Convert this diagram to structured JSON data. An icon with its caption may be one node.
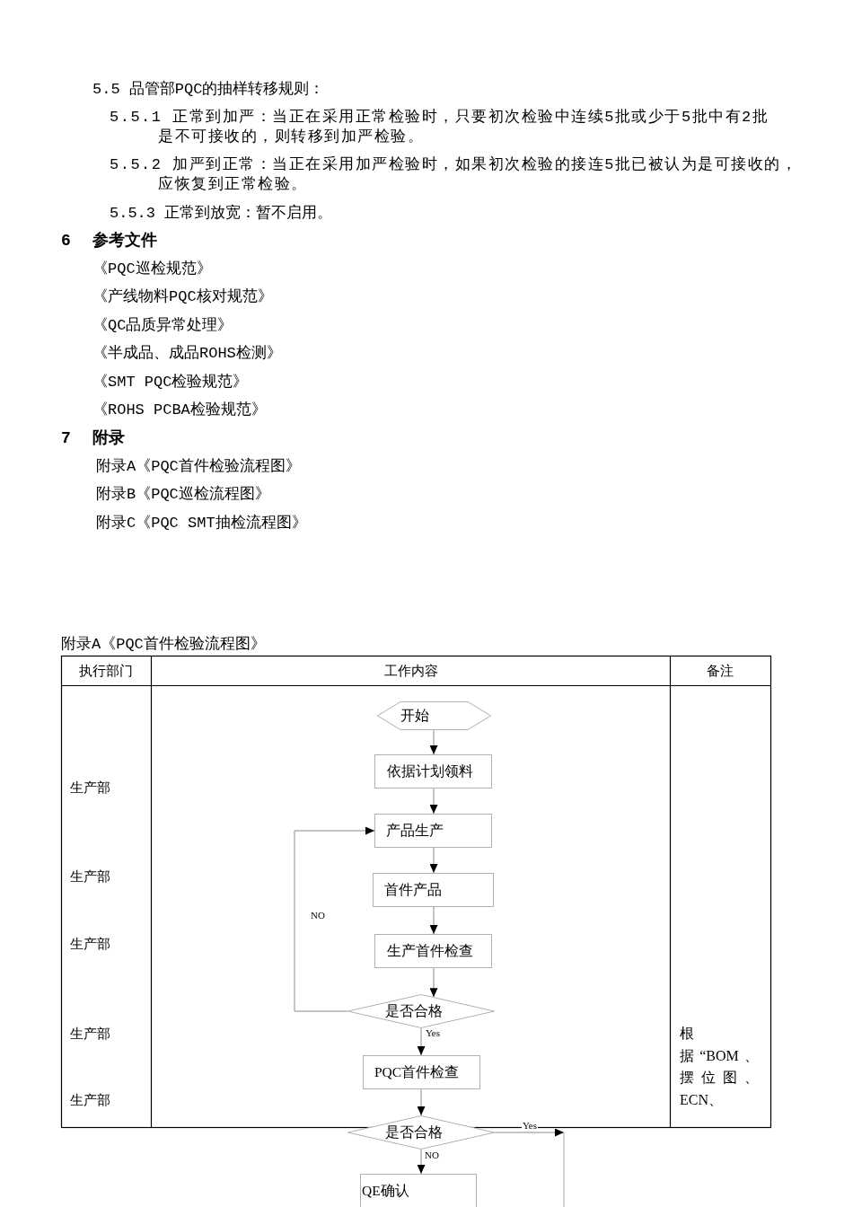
{
  "diagram": {
    "nodes": [
      {
        "text": [
          "开始"
        ]
      },
      {
        "text": [
          "依据计划领料"
        ]
      },
      {
        "text": [
          "产品生产"
        ]
      },
      {
        "text": [
          "首件产品"
        ]
      },
      {
        "text": [
          "生产首件检查"
        ]
      },
      {
        "text": [
          "是否合格"
        ]
      },
      {
        "text": [
          "PQC首件检查"
        ]
      },
      {
        "text": [
          "是否合格"
        ]
      },
      {
        "text": [
          "QE确认"
        ]
      }
    ],
    "edges": [
      {
        "from": 0,
        "to": 1,
        "arrow": "to"
      },
      {
        "from": 1,
        "to": 2,
        "arrow": "to"
      },
      {
        "from": 2,
        "to": 3,
        "arrow": "to"
      },
      {
        "from": 3,
        "to": 4,
        "arrow": "to"
      },
      {
        "from": 4,
        "to": 5,
        "arrow": "to"
      },
      {
        "from": 5,
        "to": 2,
        "arrow": "to",
        "label": "NO"
      },
      {
        "from": 5,
        "to": 6,
        "arrow": "to",
        "label": "Yes"
      },
      {
        "from": 6,
        "to": 7,
        "arrow": "to"
      },
      {
        "from": 7,
        "to": 8,
        "arrow": "to",
        "label": "NO"
      },
      {
        "from": 7,
        "to": null,
        "arrow": "to",
        "label": "Yes"
      }
    ],
    "labels": [
      "5.5 品管部PQC的抽样转移规则：",
      "5.5.1 正常到加严：当正在采用正常检验时，只要初次检验中连续5批或少于5批中有2批是不可接收的，则转移到加严检验。",
      "5.5.2 加严到正常：当正在采用加严检验时，如果初次检验的接连5批已被认为是可接收的，应恢复到正常检验。",
      "5.5.3 正常到放宽：暂不启用。",
      "6",
      "参考文件",
      "《PQC巡检规范》",
      "《产线物料PQC核对规范》",
      "《QC品质异常处理》",
      "《半成品、成品ROHS检测》",
      "《SMT PQC检验规范》",
      "《ROHS PCBA检验规范》",
      "7",
      "附录",
      "附录A《PQC首件检验流程图》",
      "附录B《PQC巡检流程图》",
      "附录C《PQC SMT抽检流程图》",
      "附录A《PQC首件检验流程图》",
      "执行部门",
      "工作内容",
      "备注",
      "生产部",
      "生产部",
      "生产部",
      "生产部",
      "根据“BOM、摆位图、ECN、",
      "生产部"
    ]
  }
}
